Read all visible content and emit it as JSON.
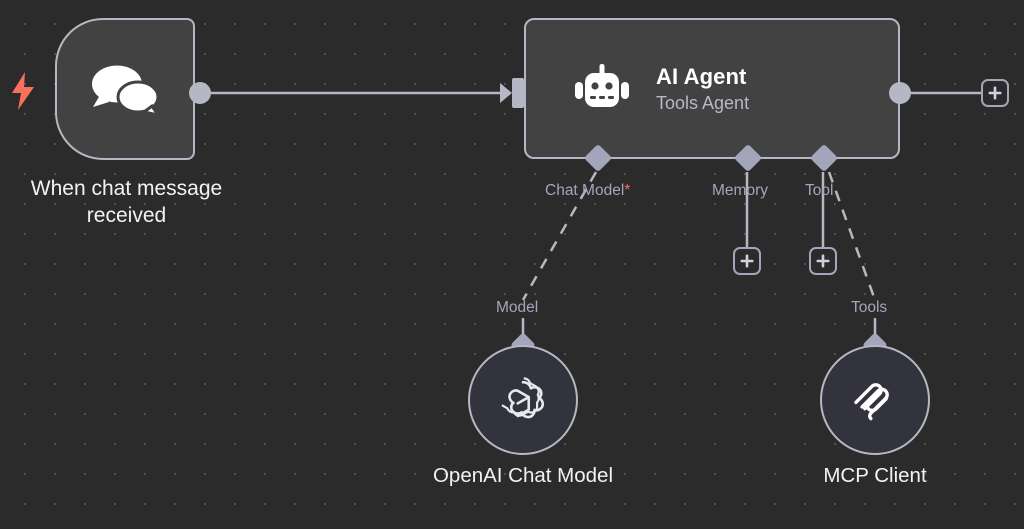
{
  "canvas": {
    "background_color": "#2b2b2b",
    "grid_dot_color": "#555555",
    "node_fill": "#424242",
    "node_border": "#b5b8c4",
    "subnode_fill": "#33333d",
    "port_color": "#a3a6ba",
    "accent_trigger": "#f9705c",
    "required_marker_color": "#ef6f6f"
  },
  "nodes": {
    "trigger": {
      "caption": "When chat message\nreceived",
      "icon": "chat-bubbles-icon",
      "trigger_icon": "lightning-bolt-icon"
    },
    "agent": {
      "title": "AI Agent",
      "subtitle": "Tools Agent",
      "icon": "robot-icon",
      "ports": [
        {
          "label": "Chat Model",
          "required_marker": "*"
        },
        {
          "label": "Memory",
          "required_marker": ""
        },
        {
          "label": "Tool",
          "required_marker": ""
        }
      ]
    },
    "openai": {
      "caption": "OpenAI Chat Model",
      "port_label": "Model",
      "icon": "openai-logo-icon"
    },
    "mcp": {
      "caption": "MCP Client",
      "port_label": "Tools",
      "icon": "mcp-logo-icon"
    }
  },
  "buttons": {
    "add_output": "+",
    "add_memory": "+",
    "add_tool": "+"
  }
}
